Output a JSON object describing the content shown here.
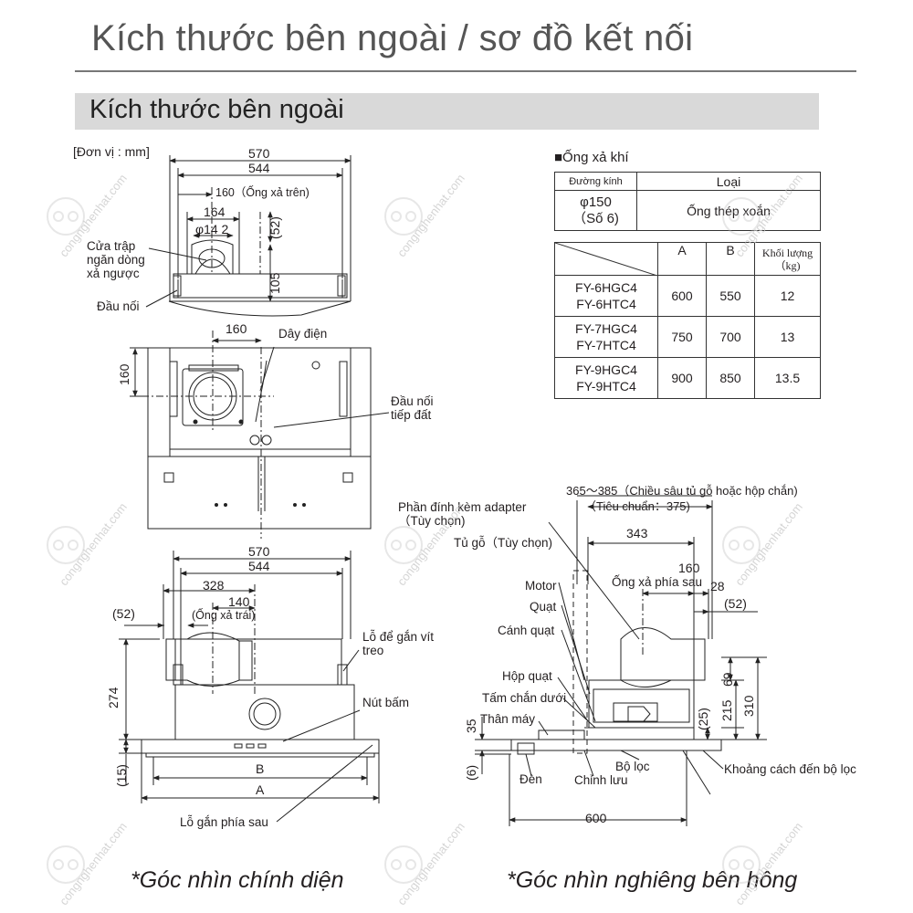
{
  "page_title": "Kích thước bên ngoài / sơ đồ kết nối",
  "section_title": "Kích thước bên ngoài",
  "unit_label": "[Đơn vị : mm]",
  "top_view": {
    "dim_570": "570",
    "dim_544": "544",
    "dim_160_upper": "160（Ống xả trên)",
    "dim_164": "164",
    "dim_phi142": "φ14 2",
    "dim_52": "(52)",
    "dim_105": "105",
    "label_check_valve": "Cửa trập\nngăn dòng\nxả ngược",
    "label_connector": "Đầu nối"
  },
  "plan_view": {
    "dim_160_h": "160",
    "dim_160_v": "160",
    "label_power_cord": "Dây điện",
    "label_ground": "Đầu nối\ntiếp đất"
  },
  "front_view": {
    "dim_570": "570",
    "dim_544": "544",
    "dim_328": "328",
    "dim_140": "140",
    "dim_140_note": "(Ống xả trái)",
    "dim_52": "(52)",
    "dim_274": "274",
    "dim_15": "(15)",
    "dim_B": "B",
    "dim_A": "A",
    "label_screw_hole": "Lỗ để gắn vít\ntreo",
    "label_button": "Nút bấm",
    "label_rear_hole": "Lỗ gắn phía sau"
  },
  "side_view": {
    "dim_depth": "365～385（Chiều sâu tủ gỗ hoặc hộp chắn)",
    "dim_std": "（Tiêu chuẩn：375)",
    "dim_343": "343",
    "dim_160": "160",
    "dim_160_note": "Ống xả phía sau",
    "dim_28": "28",
    "dim_52": "(52)",
    "dim_69": "69",
    "dim_310": "310",
    "dim_215": "215",
    "dim_25": "(25)",
    "dim_35": "35",
    "dim_6": "(6)",
    "dim_600": "600",
    "label_adapter": "Phần đính kèm adapter\n（Tùy chọn)",
    "label_cabinet": "Tủ gỗ（Tùy chọn)",
    "label_motor": "Motor",
    "label_fan": "Quạt",
    "label_blade": "Cánh quạt",
    "label_fan_box": "Hộp quạt",
    "label_lower_plate": "Tấm chắn dưới",
    "label_body": "Thân máy",
    "label_light": "Đèn",
    "label_flow": "Chỉnh lưu",
    "label_filter": "Bộ lọc",
    "label_filter_gap": "Khoảng cách đến bộ lọc"
  },
  "duct_table": {
    "heading": "■Ống xả khí",
    "col_diameter": "Đường kính",
    "col_type": "Loại",
    "diameter_value": "φ150\n（Số 6)",
    "type_value": "Ống thép xoắn"
  },
  "model_table": {
    "col_a": "A",
    "col_b": "B",
    "col_weight": "Khối lượng\n（kg)",
    "rows": [
      {
        "model": "FY-6HGC4\nFY-6HTC4",
        "a": "600",
        "b": "550",
        "weight": "12"
      },
      {
        "model": "FY-7HGC4\nFY-7HTC4",
        "a": "750",
        "b": "700",
        "weight": "13"
      },
      {
        "model": "FY-9HGC4\nFY-9HTC4",
        "a": "900",
        "b": "850",
        "weight": "13.5"
      }
    ]
  },
  "captions": {
    "front": "*Góc nhìn chính diện",
    "side": "*Góc nhìn nghiêng bên hông"
  },
  "watermark": "congnghenhat.com"
}
